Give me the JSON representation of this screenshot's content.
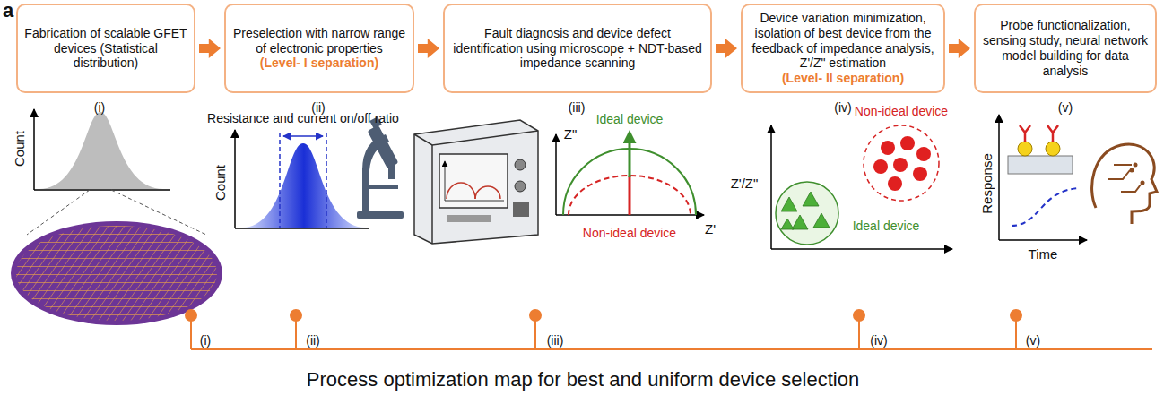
{
  "diagram": {
    "caption": "Process optimization map for best and uniform device selection",
    "nodes": [
      {
        "text": [
          "Fabrication of scalable GFET devices (Statistical distribution)"
        ]
      },
      {
        "text": [
          "Preselection with narrow range of electronic properties",
          "(Level- I separation)"
        ]
      },
      {
        "text": [
          "Fault diagnosis and device defect identification using microscope + NDT-based impedance scanning"
        ]
      },
      {
        "text": [
          "Device variation minimization, isolation of best device from the feedback of impedance analysis, Z'/Z\" estimation",
          "(Level- II separation)"
        ]
      },
      {
        "text": [
          "Probe functionalization, sensing study, neural network model building for data analysis"
        ]
      }
    ],
    "edges": [
      {
        "from": 0,
        "to": 1,
        "arrow": "to"
      },
      {
        "from": 1,
        "to": 2,
        "arrow": "to"
      },
      {
        "from": 2,
        "to": 3,
        "arrow": "to"
      },
      {
        "from": 3,
        "to": 4,
        "arrow": "to"
      }
    ],
    "labels": [
      "a",
      "(i)",
      "Count",
      "(ii)",
      "Resistance and current on/off ratio",
      "Count",
      "(iii)",
      "Z\"",
      "Ideal device",
      "Non-ideal device",
      "Z'",
      "(iv)",
      "Non-ideal device",
      "Z'/Z\"",
      "Ideal device",
      "(v)",
      "Response",
      "Time",
      "(i)",
      "(ii)",
      "(iii)",
      "(iv)",
      "(v)"
    ]
  }
}
